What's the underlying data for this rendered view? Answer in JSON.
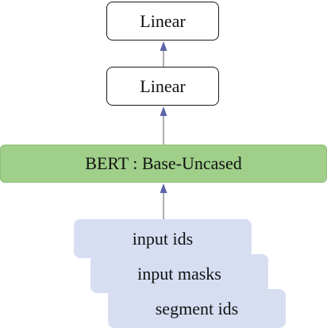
{
  "diagram": {
    "linear_top_label": "Linear",
    "linear_mid_label": "Linear",
    "bert_label": "BERT : Base-Uncased",
    "inputs": {
      "input_ids_label": "input ids",
      "input_masks_label": "input masks",
      "segment_ids_label": "segment ids"
    },
    "colors": {
      "bert_fill": "#9fcf89",
      "input_fill": "#d7def2",
      "arrow": "#5b64a8",
      "box_border": "#1a1a1a"
    }
  }
}
